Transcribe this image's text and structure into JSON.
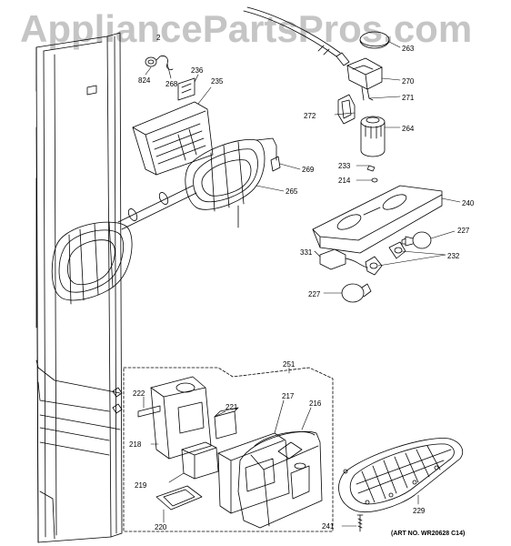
{
  "watermark": "AppliancePartsPros.com",
  "art_number": "(ART NO. WR20628 C14)",
  "part_labels": {
    "p263": "263",
    "p270": "270",
    "p271": "271",
    "p272": "272",
    "p264": "264",
    "p233": "233",
    "p214": "214",
    "p240": "240",
    "p227a": "227",
    "p232": "232",
    "p331": "331",
    "p227b": "227",
    "p824": "824",
    "p268": "268",
    "p23x": "2",
    "p236": "236",
    "p235": "235",
    "p269": "269",
    "p265": "265",
    "p251": "251",
    "p222": "222",
    "p221": "221",
    "p217": "217",
    "p216": "216",
    "p218": "218",
    "p219": "219",
    "p220": "220",
    "p229": "229",
    "p241": "241"
  }
}
